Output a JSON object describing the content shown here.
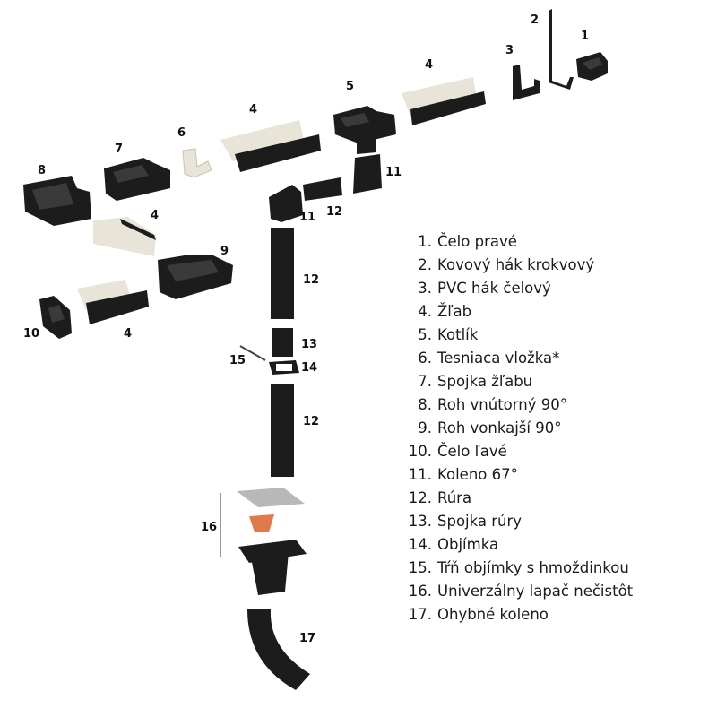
{
  "callouts": {
    "c1": "1",
    "c2": "2",
    "c3": "3",
    "c4a": "4",
    "c5": "5",
    "c4b": "4",
    "c6": "6",
    "c7": "7",
    "c8": "8",
    "c4c": "4",
    "c9": "9",
    "c10": "10",
    "c4d": "4",
    "c11a": "11",
    "c11b": "11",
    "c12a": "12",
    "c12b": "12",
    "c12c": "12",
    "c13": "13",
    "c14": "14",
    "c15": "15",
    "c16": "16",
    "c17": "17"
  },
  "legend": [
    {
      "num": "1.",
      "label": "Čelo pravé"
    },
    {
      "num": "2.",
      "label": "Kovový hák krokvový"
    },
    {
      "num": "3.",
      "label": "PVC hák čelový"
    },
    {
      "num": "4.",
      "label": "Žľab"
    },
    {
      "num": "5.",
      "label": "Kotlík"
    },
    {
      "num": "6.",
      "label": "Tesniaca vložka*"
    },
    {
      "num": "7.",
      "label": "Spojka žľabu"
    },
    {
      "num": "8.",
      "label": "Roh vnútorný 90°"
    },
    {
      "num": "9.",
      "label": "Roh vonkajší 90°"
    },
    {
      "num": "10.",
      "label": "Čelo ľavé"
    },
    {
      "num": "11.",
      "label": "Koleno 67°"
    },
    {
      "num": "12.",
      "label": "Rúra"
    },
    {
      "num": "13.",
      "label": "Spojka rúry"
    },
    {
      "num": "14.",
      "label": "Objímka"
    },
    {
      "num": "15.",
      "label": "Tŕň objímky s hmoždinkou"
    },
    {
      "num": "16.",
      "label": "Univerzálny lapač nečistôt"
    },
    {
      "num": "17.",
      "label": "Ohybné koleno"
    }
  ],
  "colors": {
    "part_black": "#1c1c1c",
    "part_inner": "#e8e4d8",
    "basket": "#e07a4a",
    "grate": "#b8b8b8"
  }
}
